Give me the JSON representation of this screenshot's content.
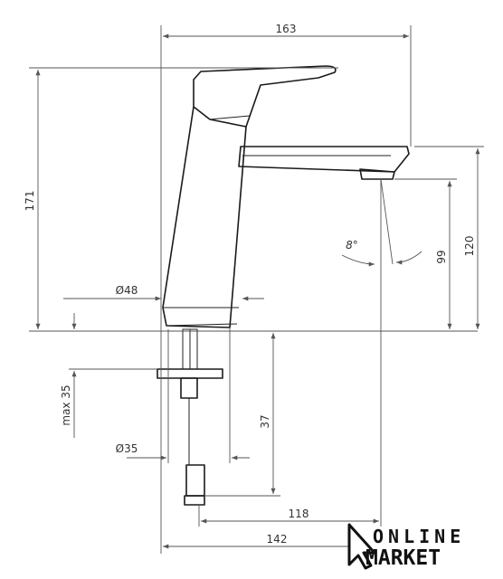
{
  "drawing": {
    "dimensions": {
      "width_top": "163",
      "height_total": "171",
      "spout_height": "120",
      "spout_outlet_height": "99",
      "angle": "8°",
      "body_diameter": "Ø48",
      "deck_thickness": "max 35",
      "mount_diameter": "Ø35",
      "thread_length": "37",
      "reach_118": "118",
      "reach_142": "142"
    }
  },
  "logo": {
    "line1": "ONLINE",
    "line2": "MARKET"
  },
  "colors": {
    "line": "#1a1a1a",
    "dimension": "#555555",
    "background": "#ffffff"
  }
}
